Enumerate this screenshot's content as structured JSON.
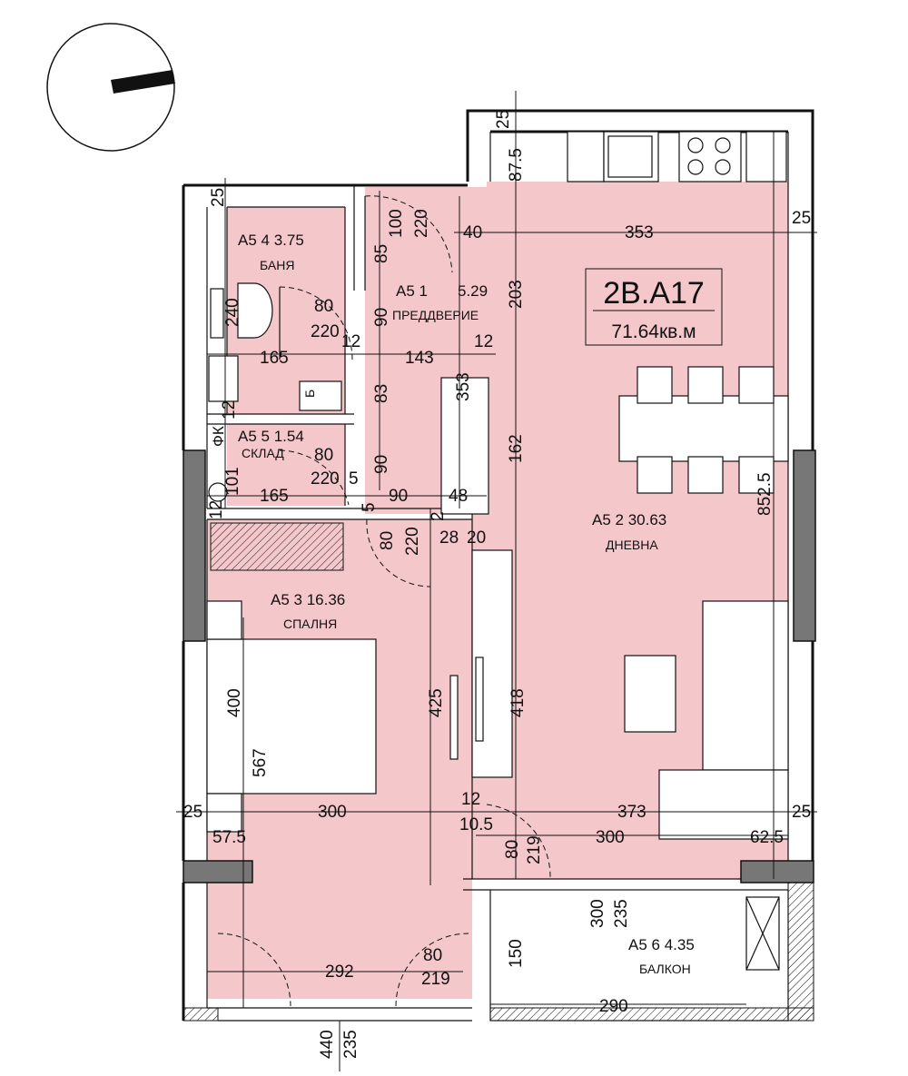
{
  "unit": {
    "id": "2B.A17",
    "area": "71.64кв.м"
  },
  "rooms": {
    "bath": {
      "label": "А5 4 3.75",
      "name": "БАНЯ"
    },
    "hall": {
      "label": "А5 1",
      "area": "5.29",
      "name": "ПРЕДДВЕРИЕ"
    },
    "storage": {
      "label": "А5 5 1.54",
      "name": "СКЛАД"
    },
    "living": {
      "label": "А5 2 30.63",
      "name": "ДНЕВНА"
    },
    "bedroom": {
      "label": "А5 3 16.36",
      "name": "СПАЛНЯ"
    },
    "balcony": {
      "label": "А5 6 4.35",
      "name": "БАЛКОН"
    }
  },
  "symbols": {
    "fk": "ФК",
    "storage_mark": "Б"
  },
  "dims": {
    "d25_kitchen": "25",
    "d87_5": "87.5",
    "d25_bath": "25",
    "d100": "100",
    "d220_hall": "220",
    "d40": "40",
    "d353_top": "353",
    "d25_right": "25",
    "d85": "85",
    "d203": "203",
    "d240": "240",
    "d80_bath": "80",
    "d220_bath": "220",
    "d90_hall": "90",
    "d12_bath": "12",
    "d165_bath": "165",
    "d143": "143",
    "d12_hall": "12",
    "d83": "83",
    "d353_v": "353",
    "d12_fk": "12",
    "d162": "162",
    "d80_store": "80",
    "d220_store": "220",
    "d5_store": "5",
    "d90_v2": "90",
    "d101": "101",
    "d165_store": "165",
    "d90_h": "90",
    "d48": "48",
    "d852_5": "852.5",
    "d12_left": "12",
    "d5_door": "5",
    "d2_door": "2",
    "d80_bed": "80",
    "d220_bed": "220",
    "d28": "28",
    "d20": "20",
    "d400": "400",
    "d425": "425",
    "d418": "418",
    "d567": "567",
    "d25_left_h": "25",
    "d300_bed": "300",
    "d12_mid": "12",
    "d373": "373",
    "d25_right_h": "25",
    "d10_5": "10.5",
    "d57_5": "57.5",
    "d80_liv": "80",
    "d219_liv": "219",
    "d300_liv": "300",
    "d62_5": "62.5",
    "d300_balc": "300",
    "d235_balc": "235",
    "d150": "150",
    "d80_bot": "80",
    "d292": "292",
    "d219_bot": "219",
    "d290": "290",
    "d440": "440",
    "d235_bot": "235"
  }
}
